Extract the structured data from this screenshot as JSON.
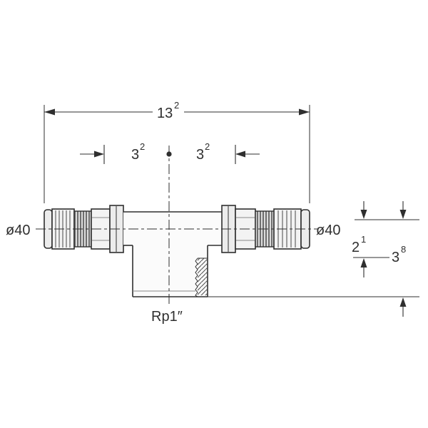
{
  "drawing": {
    "type": "technical-dimension-drawing",
    "subject": "T-piece press fitting with threaded branch",
    "labels": {
      "diameter_left": "ø40",
      "diameter_right": "ø40",
      "branch_thread": "Rp1″"
    },
    "dimensions": {
      "overall_length": {
        "value": "13",
        "sup": "2"
      },
      "center_to_left": {
        "value": "3",
        "sup": "2"
      },
      "center_to_right": {
        "value": "3",
        "sup": "2"
      },
      "axis_offset": {
        "value": "2",
        "sup": "1"
      },
      "branch_depth": {
        "value": "3",
        "sup": "8"
      }
    },
    "colors": {
      "line": "#2f2f2f",
      "fill_light": "#f3f3f3",
      "fill_flange": "#ececec",
      "crimp_band_dark": "#6f6f6f",
      "crimp_band_light": "#dcdcdc",
      "background": "#ffffff"
    }
  }
}
